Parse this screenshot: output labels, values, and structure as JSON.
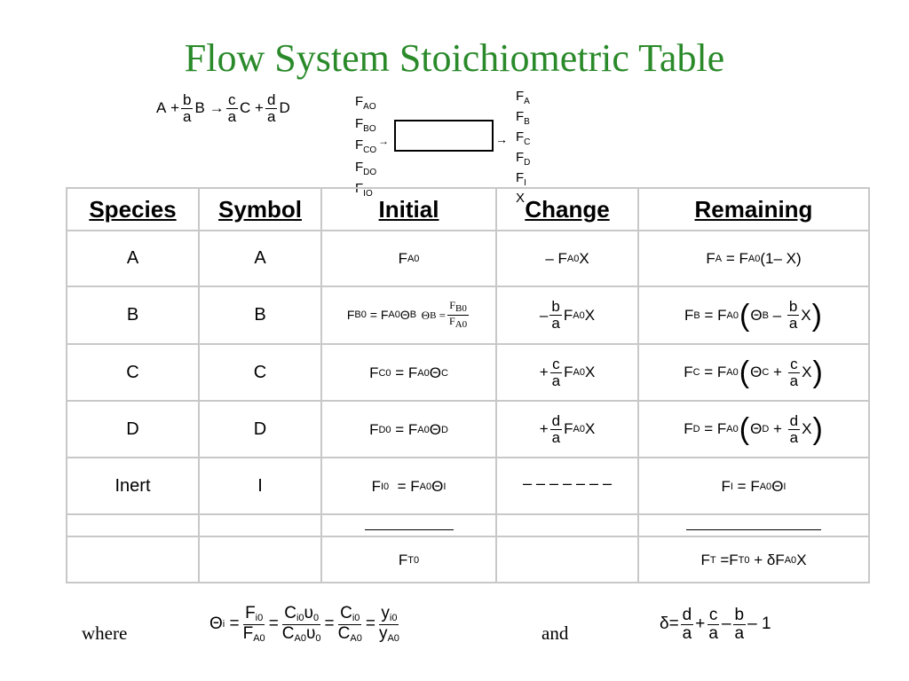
{
  "title": "Flow System Stoichiometric Table",
  "reaction": {
    "A": "A",
    "plus1": "+",
    "b": "b",
    "a1": "a",
    "B": "B",
    "arrow": "→",
    "c": "c",
    "a2": "a",
    "C": "C",
    "plus2": "+",
    "d": "d",
    "a3": "a",
    "D": "D"
  },
  "flow_inputs": [
    "FAO",
    "FBO",
    "FCO",
    "FDO",
    "FIO"
  ],
  "flow_outputs": [
    "FA",
    "FB",
    "FC",
    "FD",
    "FI",
    "X"
  ],
  "table": {
    "headers": [
      "Species",
      "Symbol",
      "Initial",
      "Change",
      "Remaining"
    ],
    "rows": [
      {
        "species": "A",
        "symbol": "A"
      },
      {
        "species": "B",
        "symbol": "B"
      },
      {
        "species": "C",
        "symbol": "C"
      },
      {
        "species": "D",
        "symbol": "D"
      },
      {
        "species": "Inert",
        "symbol": "I"
      }
    ],
    "inert_change": "– – – – – – –"
  },
  "footer": {
    "where": "where",
    "and": "and"
  }
}
